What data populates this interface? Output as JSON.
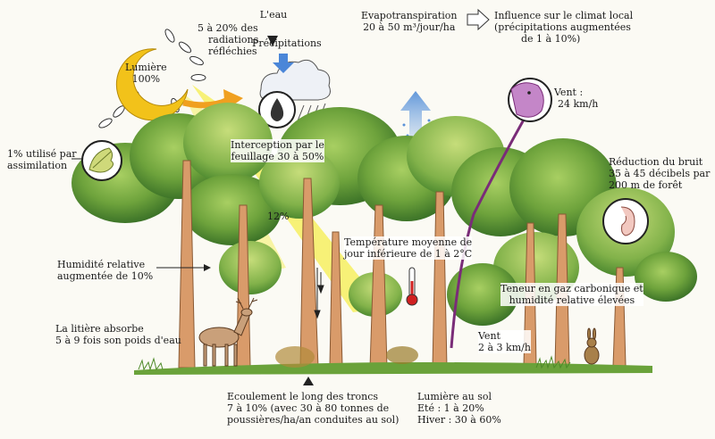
{
  "labels": {
    "sun_light": [
      "Lumière",
      "100%"
    ],
    "reflected": [
      "5 à 20% des",
      "radiations",
      "réfléchies"
    ],
    "water": "L'eau",
    "precipitation": "Précipitations",
    "evapo": [
      "Evapotranspiration",
      "20 à 50 m³/jour/ha"
    ],
    "climate": [
      "Influence sur le climat local",
      "(précipitations augmentées",
      "de 1 à 10%)"
    ],
    "assimilation": [
      "1% utilisé par",
      "assimilation"
    ],
    "interception": [
      "Interception par le",
      "feuillage 30 à 50%"
    ],
    "wind_top": [
      "Vent :",
      "24 km/h"
    ],
    "noise": [
      "Réduction du bruit",
      "35 à 45 décibels par",
      "200 m de forêt"
    ],
    "pct12": "12%",
    "temperature": [
      "Température moyenne de",
      "jour inférieure de 1 à 2°C"
    ],
    "humidity": [
      "Humidité relative",
      "augmentée de 10%"
    ],
    "co2": [
      "Teneur en gaz carbonique et",
      "humidité relative élevées"
    ],
    "litter": [
      "La litière absorbe",
      "5 à 9 fois son poids d'eau"
    ],
    "wind_low": [
      "Vent",
      "2 à 3 km/h"
    ],
    "trunk_flow": [
      "Ecoulement le long des troncs",
      "7 à 10% (avec 30 à 80 tonnes de",
      "poussières/ha/an conduites au sol)"
    ],
    "ground_light": [
      "Lumière au sol",
      "Eté : 1 à 20%",
      "Hiver : 30 à 60%"
    ]
  },
  "colors": {
    "sun": "#f2c21a",
    "light_beam": "#f5ec55",
    "arrow_orange": "#f0a020",
    "water_blue": "#4a86d8",
    "canopy_dark": "#3f7a2c",
    "canopy_light": "#8dbb4e",
    "trunk": "#d99b6a",
    "wind_purple": "#7a2c78",
    "ground": "#6aa23a"
  },
  "icons": [
    "sun-icon",
    "cloud-icon",
    "raindrop-icon",
    "oak-leaf-icon",
    "wind-face-icon",
    "ear-icon",
    "thermometer-icon",
    "deer-icon",
    "rabbit-icon",
    "mist-arrow-icon"
  ]
}
